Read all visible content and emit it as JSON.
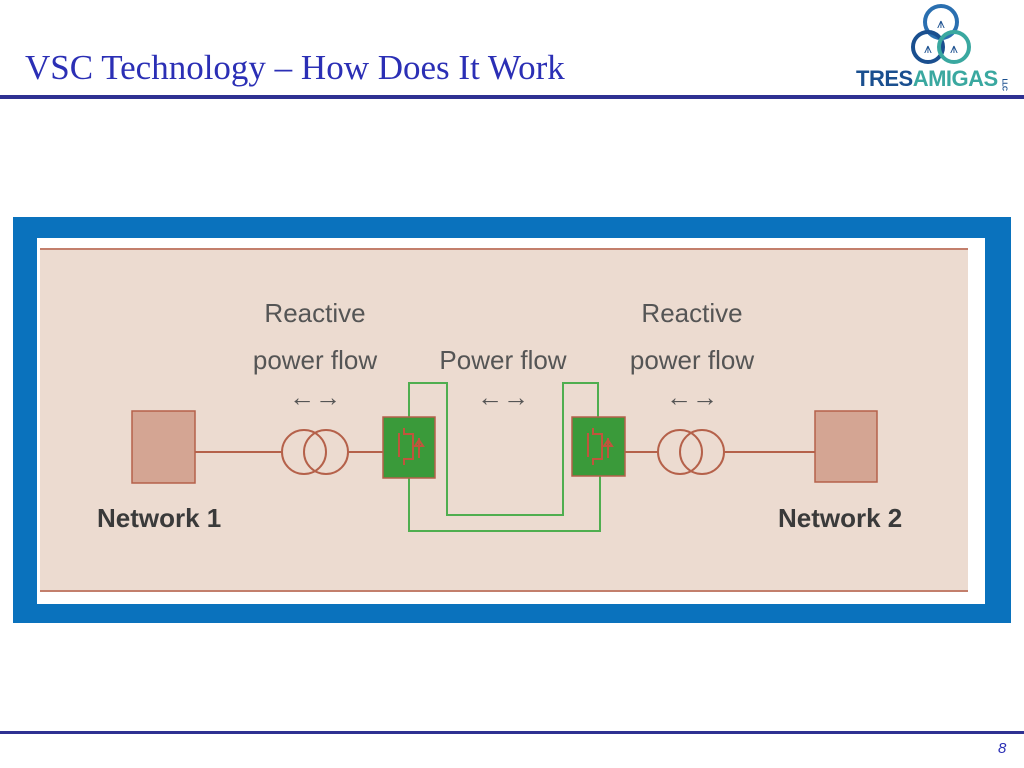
{
  "slide": {
    "title": "VSC Technology – How Does It Work",
    "page_number": "8",
    "logo": {
      "text_part1": "TRES",
      "text_part2": "AMIGAS",
      "suffix": "LLC"
    }
  },
  "diagram": {
    "left_label_line1": "Reactive",
    "left_label_line2": "power flow",
    "center_label": "Power flow",
    "right_label_line1": "Reactive",
    "right_label_line2": "power flow",
    "arrows": "←→",
    "network1": "Network 1",
    "network2": "Network 2",
    "colors": {
      "frame": "#0a72bd",
      "background": "#ecdbd0",
      "converter": "#3a9a3a",
      "line": "#b5614a",
      "dc_line": "#4fae4f",
      "network_box": "#d4a593"
    }
  }
}
